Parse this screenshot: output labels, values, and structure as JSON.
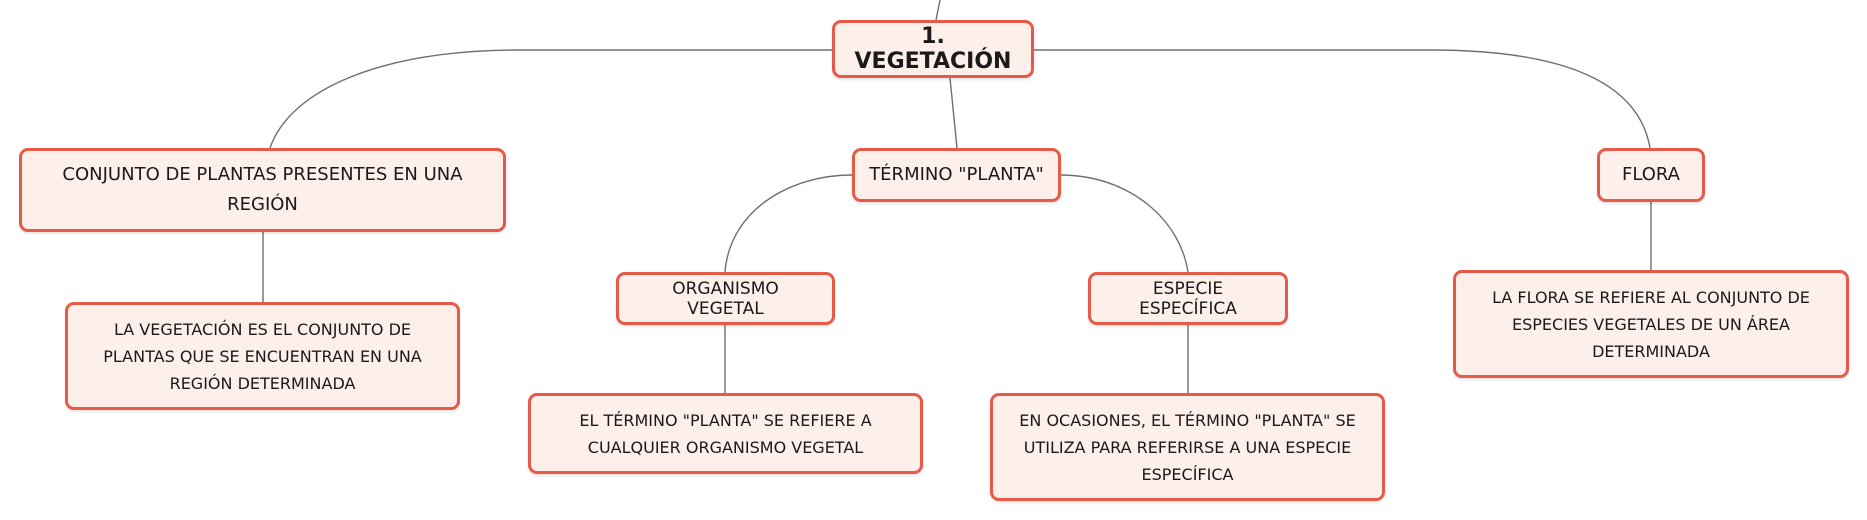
{
  "diagram": {
    "root": {
      "label": "1. VEGETACIÓN"
    },
    "branch_left": {
      "label": "CONJUNTO DE PLANTAS PRESENTES EN UNA REGIÓN",
      "detail": "LA VEGETACIÓN ES EL CONJUNTO DE PLANTAS QUE SE ENCUENTRAN EN UNA REGIÓN DETERMINADA"
    },
    "branch_center": {
      "label": "TÉRMINO \"PLANTA\"",
      "sub_left": {
        "label": "ORGANISMO VEGETAL",
        "detail": "EL TÉRMINO \"PLANTA\" SE REFIERE A CUALQUIER ORGANISMO VEGETAL"
      },
      "sub_right": {
        "label": "ESPECIE ESPECÍFICA",
        "detail": "EN OCASIONES, EL TÉRMINO \"PLANTA\" SE UTILIZA PARA REFERIRSE A UNA ESPECIE ESPECÍFICA"
      }
    },
    "branch_right": {
      "label": "FLORA",
      "detail": "LA FLORA SE REFIERE AL CONJUNTO DE ESPECIES VEGETALES DE UN ÁREA DETERMINADA"
    },
    "colors": {
      "node_border": "#e85a48",
      "node_fill": "#fdefea",
      "connector": "#6f6f6f"
    }
  }
}
